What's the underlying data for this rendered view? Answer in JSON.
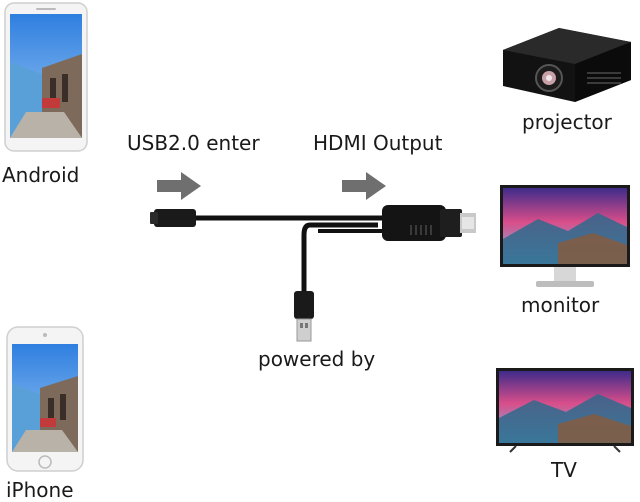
{
  "devices": {
    "android": {
      "label": "Android"
    },
    "iphone": {
      "label": "iPhone"
    },
    "projector": {
      "label": "projector"
    },
    "monitor": {
      "label": "monitor"
    },
    "tv": {
      "label": "TV"
    }
  },
  "cable": {
    "input_label": "USB2.0 enter",
    "output_label": "HDMI Output",
    "power_label": "powered by"
  },
  "colors": {
    "arrow": "#6f6f6f",
    "cable": "#111111",
    "sky": "#3f8fe0",
    "sunset": "#d94e8a"
  }
}
